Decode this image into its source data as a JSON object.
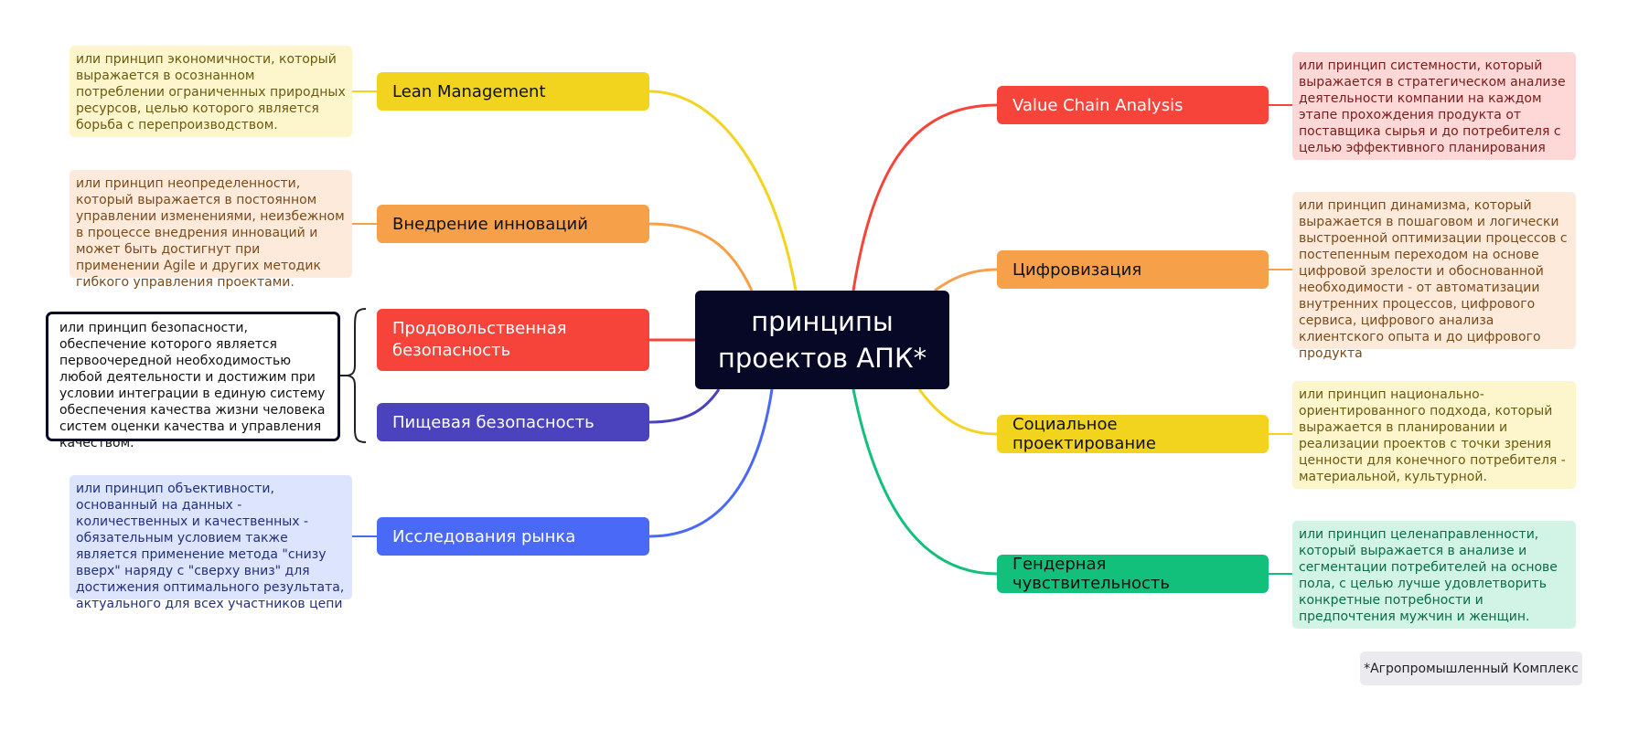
{
  "center": {
    "line1": "принципы",
    "line2": "проектов АПК*"
  },
  "colors": {
    "yellow": "#f2d41f",
    "orange": "#f6a04a",
    "red": "#f7443a",
    "indigo": "#4b43bd",
    "blue": "#4a69f7",
    "green": "#12bf7b",
    "center_bg": "#070726"
  },
  "left": [
    {
      "label": "Lean Management",
      "note": "или принцип экономичности, который выражается в осознанном потреблении ограниченных природных ресурсов, целью которого является борьба с перепроизводством."
    },
    {
      "label": "Внедрение инноваций",
      "note": "или принцип неопределенности, который выражается в постоянном управлении изменениями, неизбежном в процессе внедрения инноваций и может быть достигнут при применении Agile и других методик гибкого управления проектами."
    },
    {
      "label": "Продовольственная безопасность"
    },
    {
      "label": "Пищевая безопасность"
    },
    {
      "label": "Исследования рынка",
      "note": "или принцип объективности, основанный на данных - количественных и качественных - обязательным условием также является применение метода \"снизу вверх\" наряду с \"сверху вниз\" для достижения оптимального результата, актуального для всех участников цепи"
    }
  ],
  "shared_note": "или принцип безопасности, обеспечение которого является первоочередной необходимостью любой деятельности и достижим при условии интеграции в единую систему обеспечения качества жизни человека систем оценки качества и управления качеством.",
  "right": [
    {
      "label": "Value Chain Analysis",
      "note": "или принцип системности, который выражается в стратегическом анализе деятельности компании на каждом этапе прохождения продукта от поставщика сырья и до потребителя с целью эффективного планирования"
    },
    {
      "label": "Цифровизация",
      "note": "или принцип динамизма, который выражается в пошаговом и логически выстроенной оптимизации процессов с постепенным переходом на основе цифровой зрелости  и обоснованной необходимости - от автоматизации внутренних процессов, цифрового сервиса, цифрового анализа клиентского опыта и до цифрового продукта"
    },
    {
      "label": "Социальное проектирование",
      "note": "или принцип национально-ориентированного подхода, который выражается в планировании и реализации проектов с точки зрения ценности для конечного потребителя - материальной, культурной."
    },
    {
      "label": "Гендерная чувствительность",
      "note": "или принцип целенаправленности, который выражается в анализе и сегментации потребителей на основе пола, с целью лучше удовлетворить конкретные потребности и предпочтения мужчин и женщин."
    }
  ],
  "footnote": "*Агропромышленный Комплекс"
}
